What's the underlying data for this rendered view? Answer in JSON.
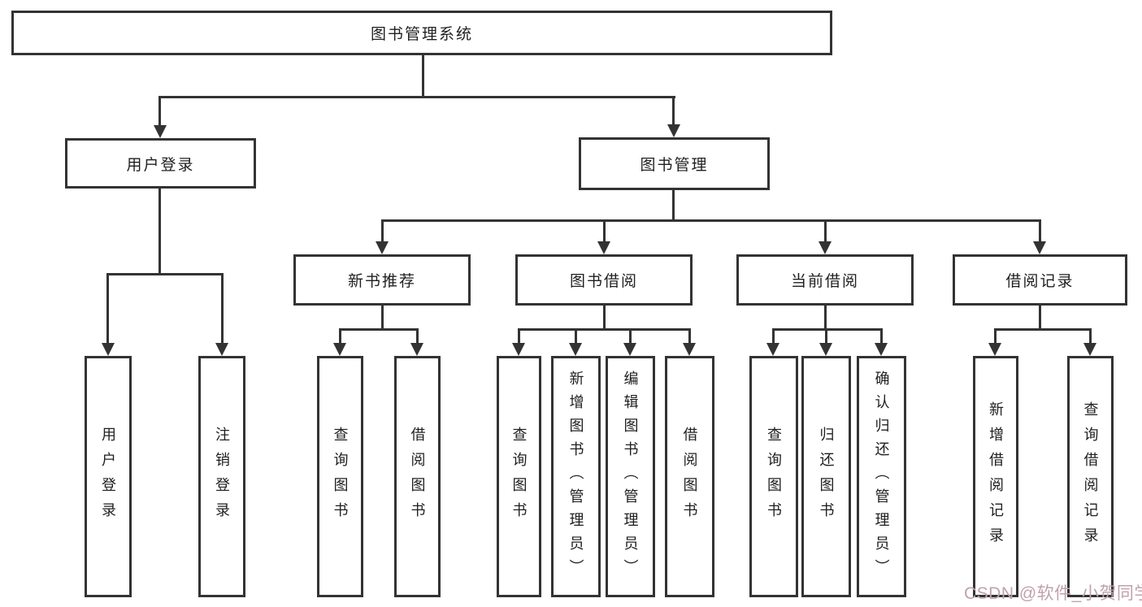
{
  "diagram": {
    "root": {
      "label": "图书管理系统"
    },
    "branches": [
      {
        "label": "用户登录",
        "children": [
          {
            "label": "用户登录"
          },
          {
            "label": "注销登录"
          }
        ]
      },
      {
        "label": "图书管理",
        "children": [
          {
            "label": "新书推荐",
            "children": [
              {
                "label": "查询图书"
              },
              {
                "label": "借阅图书"
              }
            ]
          },
          {
            "label": "图书借阅",
            "children": [
              {
                "label": "查询图书"
              },
              {
                "label": "新增图书（管理员）"
              },
              {
                "label": "编辑图书（管理员）"
              },
              {
                "label": "借阅图书"
              }
            ]
          },
          {
            "label": "当前借阅",
            "children": [
              {
                "label": "查询图书"
              },
              {
                "label": "归还图书"
              },
              {
                "label": "确认归还（管理员）"
              }
            ]
          },
          {
            "label": "借阅记录",
            "children": [
              {
                "label": "新增借阅记录"
              },
              {
                "label": "查询借阅记录"
              }
            ]
          }
        ]
      }
    ]
  },
  "watermark": {
    "text": "CSDN @软件_小贺同学"
  },
  "colors": {
    "line": "#333333",
    "text": "#1f1f1f",
    "background": "#ffffff",
    "watermark": "#c0a2aa"
  }
}
